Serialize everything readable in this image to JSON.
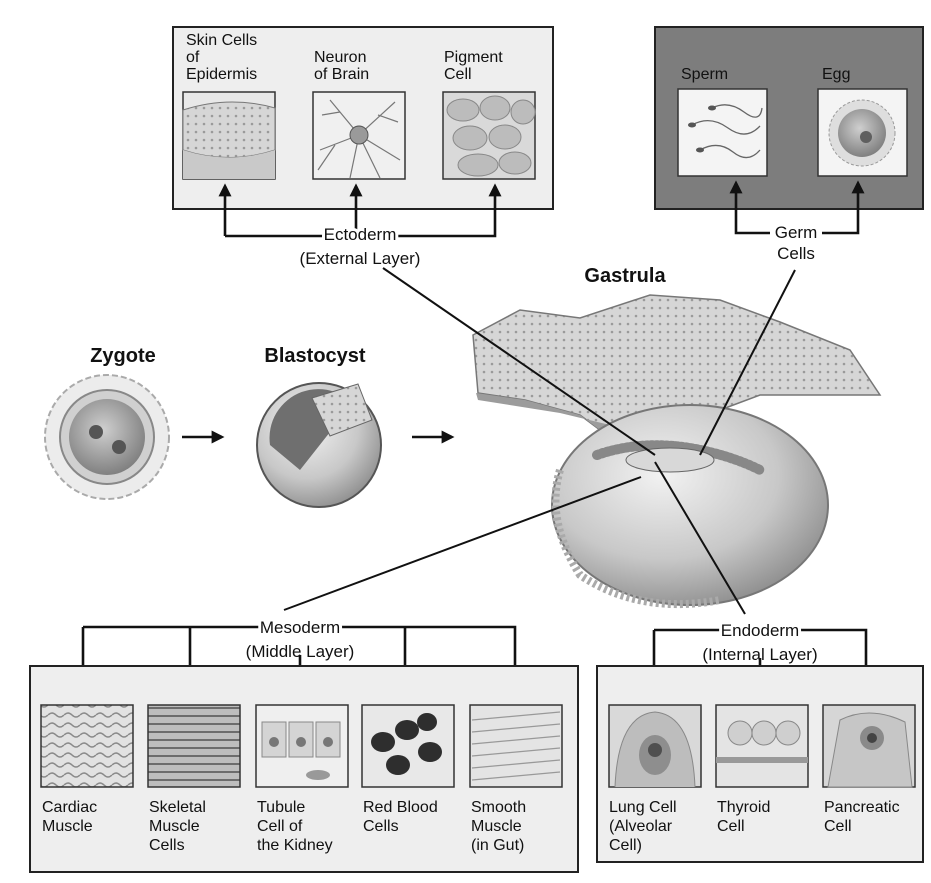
{
  "stages": {
    "zygote": "Zygote",
    "blastocyst": "Blastocyst",
    "gastrula": "Gastrula"
  },
  "ectoderm": {
    "label_line1": "Ectoderm",
    "label_line2": "(External Layer)",
    "cells": [
      {
        "lines": [
          "Skin Cells",
          "of",
          "Epidermis"
        ]
      },
      {
        "lines": [
          "Neuron",
          "of Brain"
        ]
      },
      {
        "lines": [
          "Pigment",
          "Cell"
        ]
      }
    ]
  },
  "germ": {
    "label_line1": "Germ",
    "label_line2": "Cells",
    "cells": [
      {
        "lines": [
          "Sperm"
        ]
      },
      {
        "lines": [
          "Egg"
        ]
      }
    ]
  },
  "mesoderm": {
    "label_line1": "Mesoderm",
    "label_line2": "(Middle Layer)",
    "cells": [
      {
        "lines": [
          "Cardiac",
          "Muscle"
        ]
      },
      {
        "lines": [
          "Skeletal",
          "Muscle",
          "Cells"
        ]
      },
      {
        "lines": [
          "Tubule",
          "Cell of",
          "the Kidney"
        ]
      },
      {
        "lines": [
          "Red Blood",
          "Cells"
        ]
      },
      {
        "lines": [
          "Smooth",
          "Muscle",
          "(in Gut)"
        ]
      }
    ]
  },
  "endoderm": {
    "label_line1": "Endoderm",
    "label_line2": "(Internal Layer)",
    "cells": [
      {
        "lines": [
          "Lung Cell",
          "(Alveolar",
          "Cell)"
        ]
      },
      {
        "lines": [
          "Thyroid",
          "Cell"
        ]
      },
      {
        "lines": [
          "Pancreatic",
          "Cell"
        ]
      }
    ]
  }
}
